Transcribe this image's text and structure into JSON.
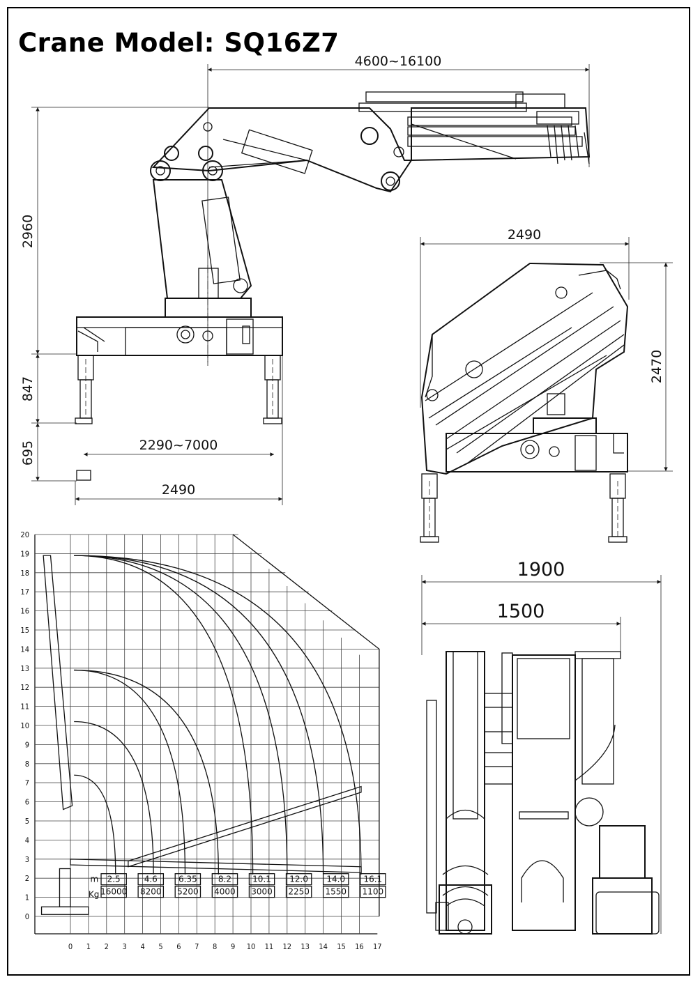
{
  "title": "Crane Model: SQ16Z7",
  "dimensions": {
    "reach_range": "4600~16100",
    "height": "2960",
    "leg_height": "847",
    "leg_extension": "695",
    "outrigger_span": "2290~7000",
    "base_width": "2490",
    "stowed_width": "2490",
    "stowed_height": "2470",
    "top_width_outer": "1900",
    "top_width_inner": "1500"
  },
  "chart_data": {
    "type": "line",
    "title": "",
    "xlabel": "",
    "ylabel": "",
    "x_ticks": [
      "0",
      "1",
      "2",
      "3",
      "4",
      "5",
      "6",
      "7",
      "8",
      "9",
      "10",
      "11",
      "12",
      "13",
      "14",
      "15",
      "16",
      "17"
    ],
    "y_ticks": [
      "0",
      "1",
      "2",
      "3",
      "4",
      "5",
      "6",
      "7",
      "8",
      "9",
      "10",
      "11",
      "12",
      "13",
      "14",
      "15",
      "16",
      "17",
      "18",
      "19",
      "20"
    ],
    "xlim": [
      -1,
      17
    ],
    "ylim": [
      0,
      20
    ],
    "load_table": {
      "radius_unit": "m",
      "load_unit": "Kg",
      "radius": [
        "2.5",
        "4.6",
        "6.35",
        "8.2",
        "10.1",
        "12.0",
        "14.0",
        "16.1"
      ],
      "load": [
        "16000",
        "8200",
        "5200",
        "4000",
        "3000",
        "2250",
        "1550",
        "1100"
      ]
    },
    "reach_arcs": [
      {
        "reach": 2.5,
        "peak": 7.4
      },
      {
        "reach": 4.6,
        "peak": 10.2
      },
      {
        "reach": 6.35,
        "peak": 12.9
      },
      {
        "reach": 8.2,
        "peak": 12.9
      },
      {
        "reach": 10.1,
        "peak": 18.9
      },
      {
        "reach": 12.0,
        "peak": 18.9
      },
      {
        "reach": 14.0,
        "peak": 18.9
      },
      {
        "reach": 16.1,
        "peak": 18.9
      }
    ]
  }
}
